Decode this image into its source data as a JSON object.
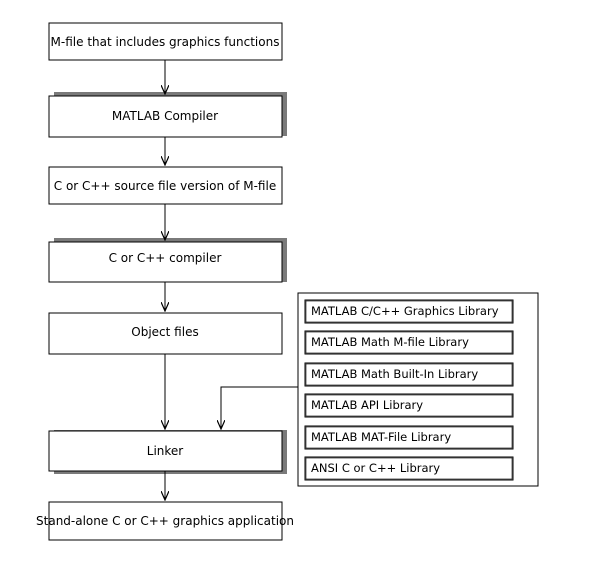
{
  "flow": {
    "steps": [
      "M-file that includes graphics functions",
      "MATLAB Compiler",
      "C or C++ source file version of M-file",
      "C or C++ compiler",
      "Object files",
      "Linker",
      "Stand-alone C or C++ graphics application"
    ]
  },
  "libraries": {
    "items": [
      "MATLAB C/C++ Graphics Library",
      "MATLAB Math M-file Library",
      "MATLAB Math Built-In Library",
      "MATLAB API Library",
      "MATLAB MAT-File Library",
      "ANSI C or C++ Library"
    ]
  },
  "colors": {
    "stroke": "#000000",
    "shadow": "#7a7a7a",
    "background": "#ffffff"
  }
}
